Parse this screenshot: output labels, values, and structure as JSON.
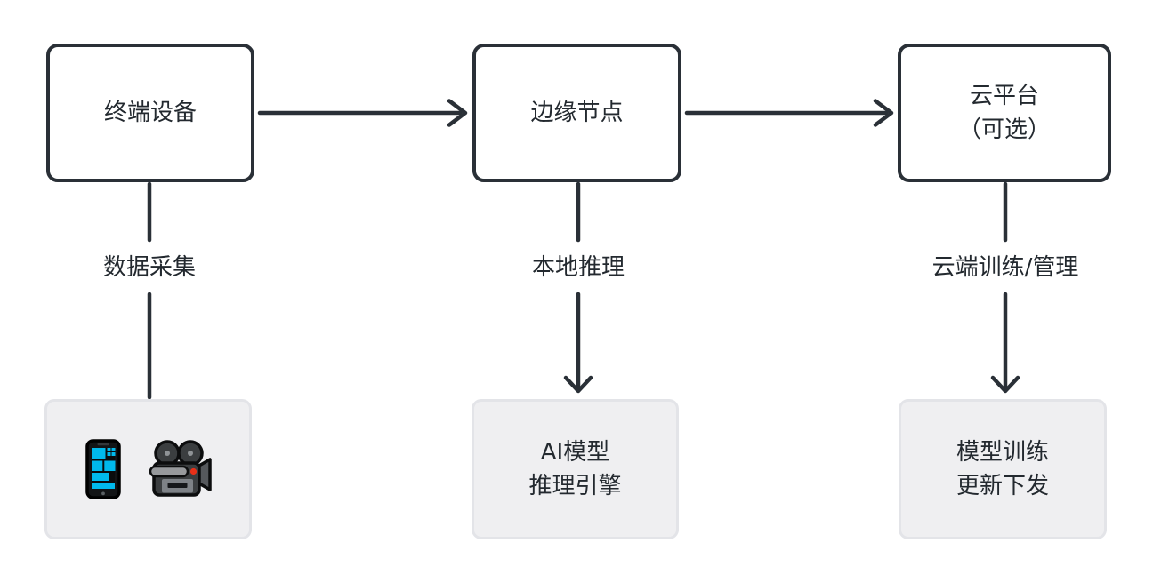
{
  "colors": {
    "background": "#ffffff",
    "stroke": "#2a3037",
    "text": "#23292f",
    "node_fill": "#ffffff",
    "panel_fill": "#efeff1",
    "panel_border": "#e3e4e8",
    "phone_screen": "#00b9ec",
    "phone_body": "#121416",
    "camera_body": "#3b3e40",
    "camera_light": "#97999c",
    "camera_red": "#e83018"
  },
  "nodes": {
    "terminal": {
      "label": "终端设备"
    },
    "edge": {
      "label": "边缘节点"
    },
    "cloud": {
      "line1": "云平台",
      "line2": "（可选）"
    }
  },
  "edge_labels": {
    "data_collection": "数据采集",
    "local_inference": "本地推理",
    "cloud_training": "云端训练/管理"
  },
  "panels": {
    "devices": {
      "icons": [
        {
          "name": "mobile-phone",
          "emoji": "📱"
        },
        {
          "name": "movie-camera",
          "emoji": "🎥"
        }
      ]
    },
    "ai_engine": {
      "line1": "AI模型",
      "line2": "推理引擎"
    },
    "training": {
      "line1": "模型训练",
      "line2": "更新下发"
    }
  }
}
